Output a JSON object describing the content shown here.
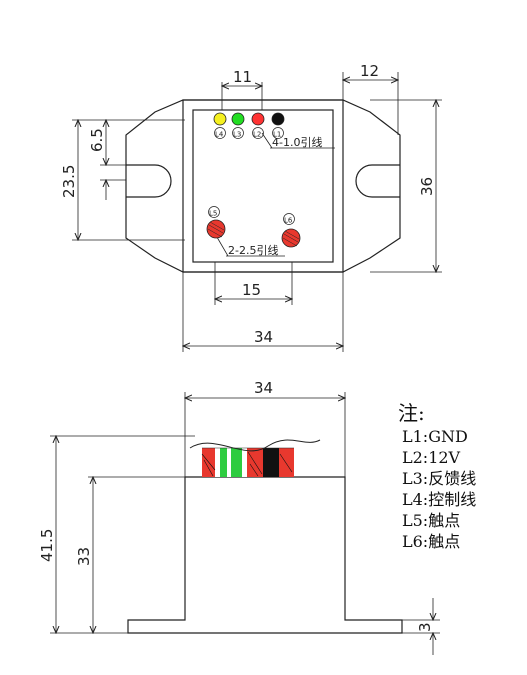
{
  "top_view": {
    "dims": {
      "led_spacing": "11",
      "ear_width": "12",
      "hole_offset": "6.5",
      "hole_pos": "23.5",
      "height": "36",
      "contact_spacing": "15",
      "width": "34"
    },
    "leds": [
      {
        "label": "L4",
        "color": "#f5f020"
      },
      {
        "label": "L3",
        "color": "#22dd22"
      },
      {
        "label": "L2",
        "color": "#ff3333"
      },
      {
        "label": "L1",
        "color": "#111111"
      }
    ],
    "contacts": [
      {
        "label": "L5"
      },
      {
        "label": "L6"
      }
    ],
    "wire_labels": {
      "small": "4-1.0引线",
      "large": "2-2.5引线"
    }
  },
  "side_view": {
    "dims": {
      "width": "34",
      "total_height": "41.5",
      "body_height": "33",
      "base_height": "3"
    },
    "wire_colors": [
      "#e8382e",
      "#ffffff",
      "#2ecc40",
      "#ffffff",
      "#e8382e",
      "#111111",
      "#e8382e"
    ]
  },
  "notes": {
    "title": "注:",
    "items": [
      "L1:GND",
      "L2:12V",
      "L3:反馈线",
      "L4:控制线",
      "L5:触点",
      "L6:触点"
    ]
  }
}
